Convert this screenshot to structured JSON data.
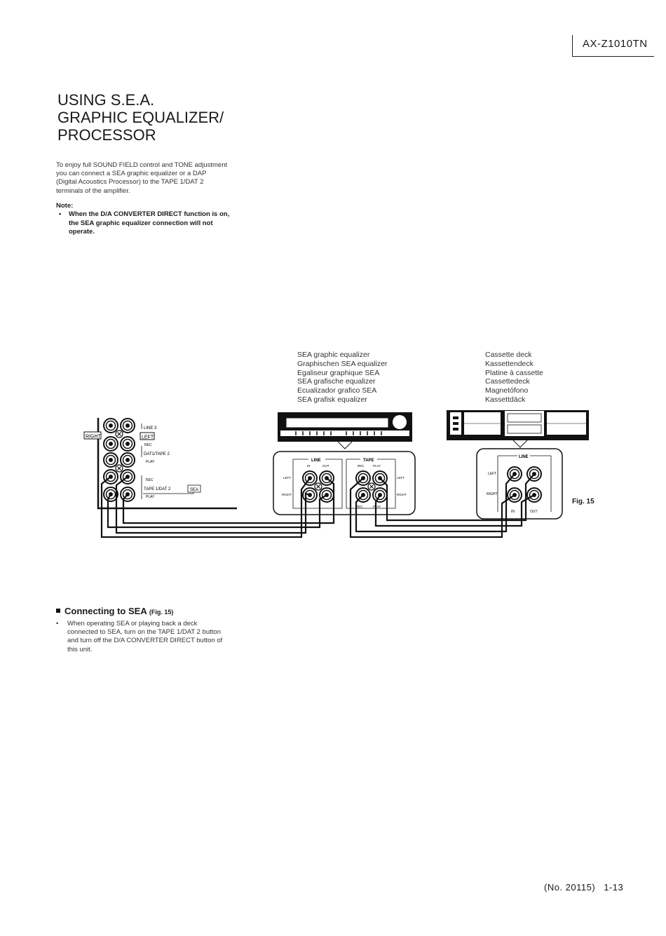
{
  "header": {
    "model": "AX-Z1010TN"
  },
  "title_lines": [
    "USING S.E.A.",
    "GRAPHIC EQUALIZER/",
    "PROCESSOR"
  ],
  "intro": "To enjoy full SOUND FIELD control and TONE adjustment you can connect a SEA graphic equalizer or a DAP (Digital Acoustics Processor) to the TAPE 1/DAT 2 terminals of the amplifier.",
  "note": {
    "label": "Note:",
    "bullet": "•",
    "text": "When the D/A CONVERTER DIRECT function is on, the SEA graphic equalizer connection will not operate."
  },
  "sea_labels": [
    "SEA graphic equalizer",
    "Graphischen SEA equalizer",
    "Egaliseur graphique SEA",
    "SEA grafische equalizer",
    "Ecualizador grafico SEA",
    "SEA grafisk equalizer"
  ],
  "deck_labels": [
    "Cassette deck",
    "Kassettendeck",
    "Platine à cassette",
    "Cassettedeck",
    "Magnetófono",
    "Kassettdäck"
  ],
  "diagram": {
    "amp": {
      "right": "RIGHT",
      "left": "LEFT",
      "line3": "LINE 3",
      "rec1": "REC",
      "dat_tape": "DAT1/TAPE 2",
      "play1": "PLAY",
      "rec2": "REC",
      "tape_dat": "TAPE 1/DAT 2",
      "play2": "PLAY",
      "sea": "SEA"
    },
    "sea_panel": {
      "line": "LINE",
      "tape": "TAPE",
      "in": "IN",
      "out": "OUT",
      "rec_top": "REC",
      "play_top": "PLAY",
      "rec_bottom": "REC",
      "play_bottom": "PLAY",
      "left_l": "LEFT",
      "right_l": "RIGHT",
      "left_r": "LEFT",
      "right_r": "RIGHT"
    },
    "deck_panel": {
      "line": "LINE",
      "left": "LEFT",
      "right": "RIGHT",
      "in": "IN",
      "out": "OUT"
    }
  },
  "fig_label": "Fig. 15",
  "section": {
    "heading": "Connecting to SEA",
    "figref": "(Fig. 15)",
    "bullet": "•",
    "text": "When operating SEA or playing back a deck connected to SEA, turn on the TAPE 1/DAT 2 button and turn off the D/A CONVERTER DIRECT button of this unit."
  },
  "footer": {
    "doc": "(No. 20115)",
    "page": "1-13"
  }
}
